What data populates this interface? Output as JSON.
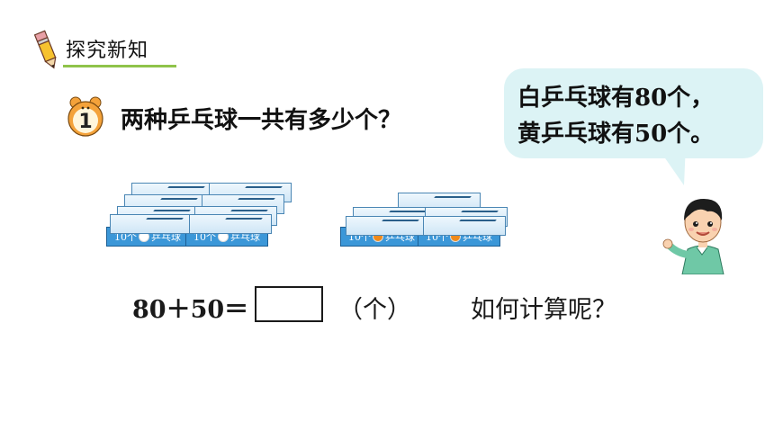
{
  "header": {
    "section_title": "探究新知"
  },
  "problem": {
    "number": "1",
    "question": "两种乒乓球一共有多少个？"
  },
  "speech_bubble": {
    "line1": "白乒乓球有80个，",
    "line2": "黄乒乓球有50个。"
  },
  "boxes": {
    "label_count": "10个",
    "label_name": "乒乓球",
    "white_ball_color": "#ffffff",
    "yellow_ball_color": "#f08a1a"
  },
  "equation": {
    "expression": "80＋50＝",
    "unit": "（个）"
  },
  "hint": "如何计算呢？",
  "colors": {
    "box_blue": "#3b97d8",
    "accent_green": "#8fc34a",
    "bubble_bg": "#dcf3f5",
    "badge_orange": "#f4a23a"
  }
}
